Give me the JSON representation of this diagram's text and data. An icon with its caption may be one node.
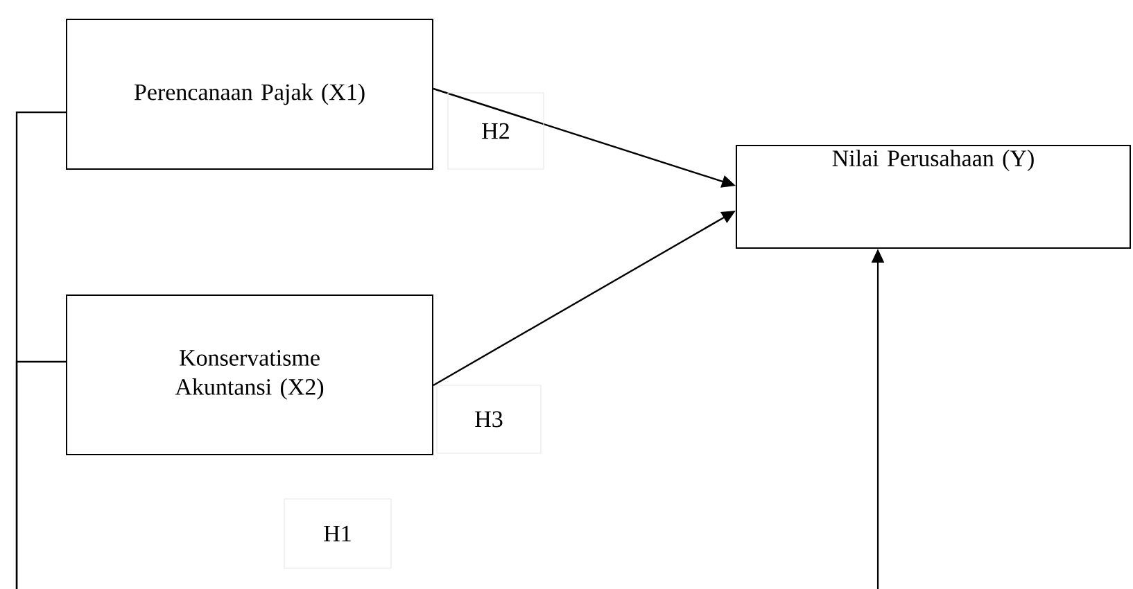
{
  "diagram": {
    "nodes": [
      {
        "text": [
          "Perencanaan Pajak (X1)"
        ]
      },
      {
        "text": [
          "Konservatisme Akuntansi (X2)"
        ]
      },
      {
        "text": [
          "Nilai Perusahaan (Y)"
        ]
      }
    ],
    "edges": [
      {
        "from": 0,
        "to": 2,
        "arrow": "to"
      },
      {
        "from": 1,
        "to": 2,
        "arrow": "to"
      },
      {
        "from": 0,
        "to": null,
        "arrow": "none"
      },
      {
        "from": 1,
        "to": null,
        "arrow": "none"
      },
      {
        "from": null,
        "to": 2,
        "arrow": "to"
      }
    ],
    "labels": [
      "H2",
      "H3",
      "H1"
    ]
  }
}
